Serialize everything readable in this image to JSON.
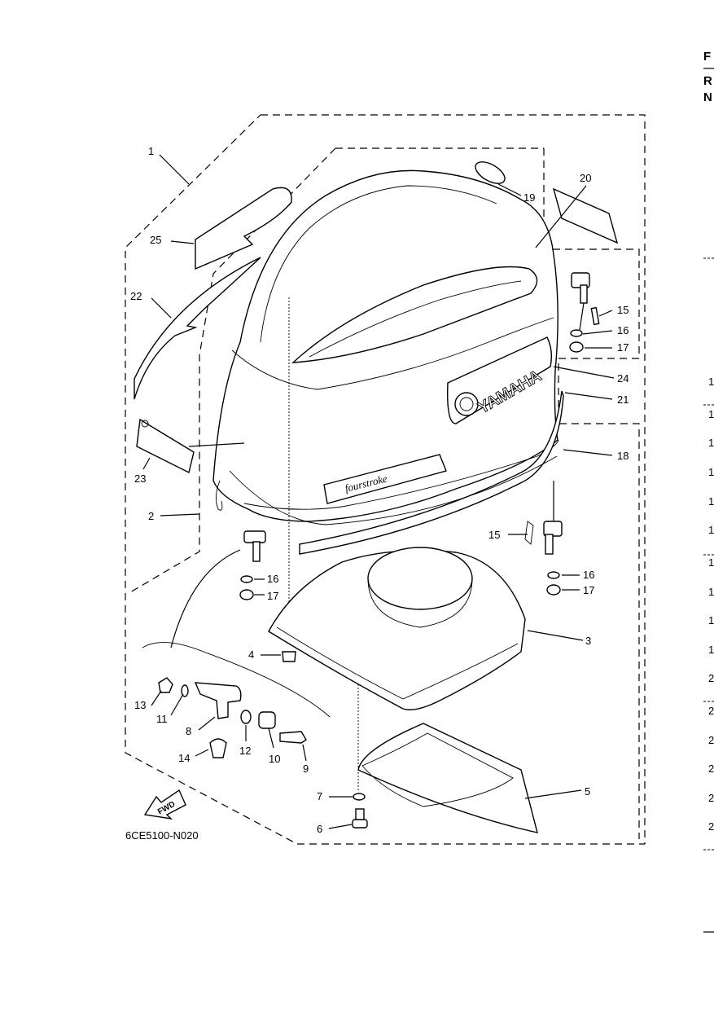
{
  "diagram_code": "6CE5100-N020",
  "fwd_label": "FWD",
  "brand_text": "YAMAHA",
  "model_text": "fourstroke",
  "callouts": [
    "1",
    "25",
    "22",
    "23",
    "2",
    "16",
    "17",
    "4",
    "13",
    "11",
    "8",
    "14",
    "12",
    "10",
    "9",
    "7",
    "6",
    "5",
    "3",
    "16",
    "17",
    "15",
    "18",
    "21",
    "24",
    "17",
    "16",
    "15",
    "20",
    "19"
  ],
  "right_margin": {
    "header": [
      "F",
      "R",
      "N"
    ],
    "row_numbers": [
      "1",
      "1",
      "1",
      "1",
      "1",
      "1",
      "1",
      "1",
      "1",
      "1",
      "2",
      "2",
      "2",
      "2",
      "2",
      "2"
    ]
  }
}
